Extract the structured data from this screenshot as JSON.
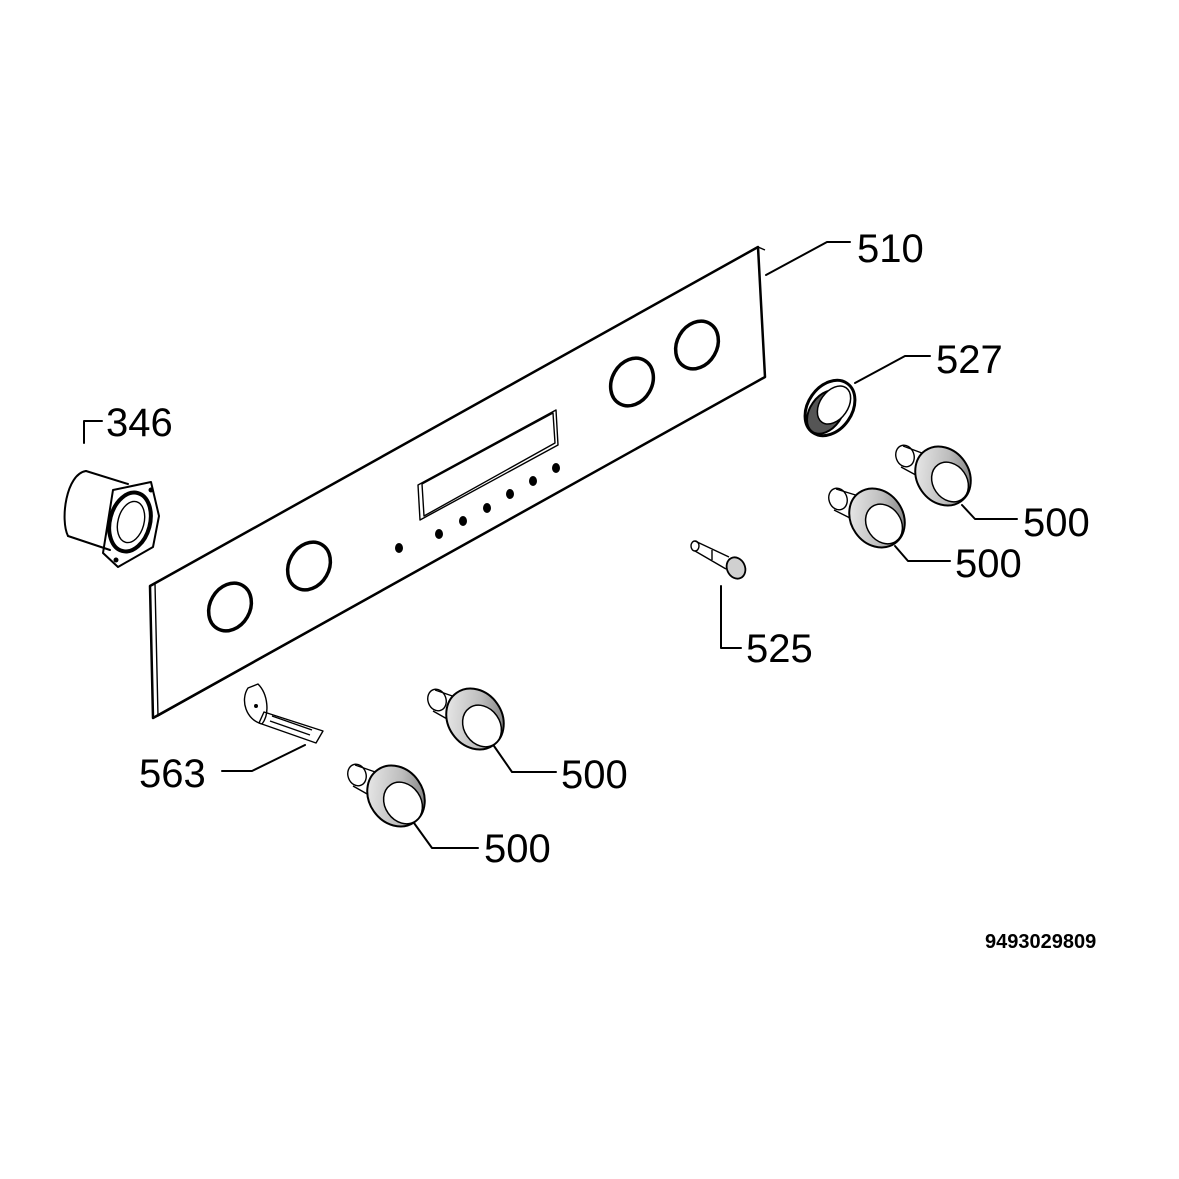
{
  "callouts": {
    "panel": "510",
    "ring": "527",
    "bracket": "346",
    "knob_right_top": "500",
    "knob_right_bottom": "500",
    "knob_left_top": "500",
    "knob_left_bottom": "500",
    "pin": "525",
    "spring": "563"
  },
  "reference_number": "9493029809"
}
